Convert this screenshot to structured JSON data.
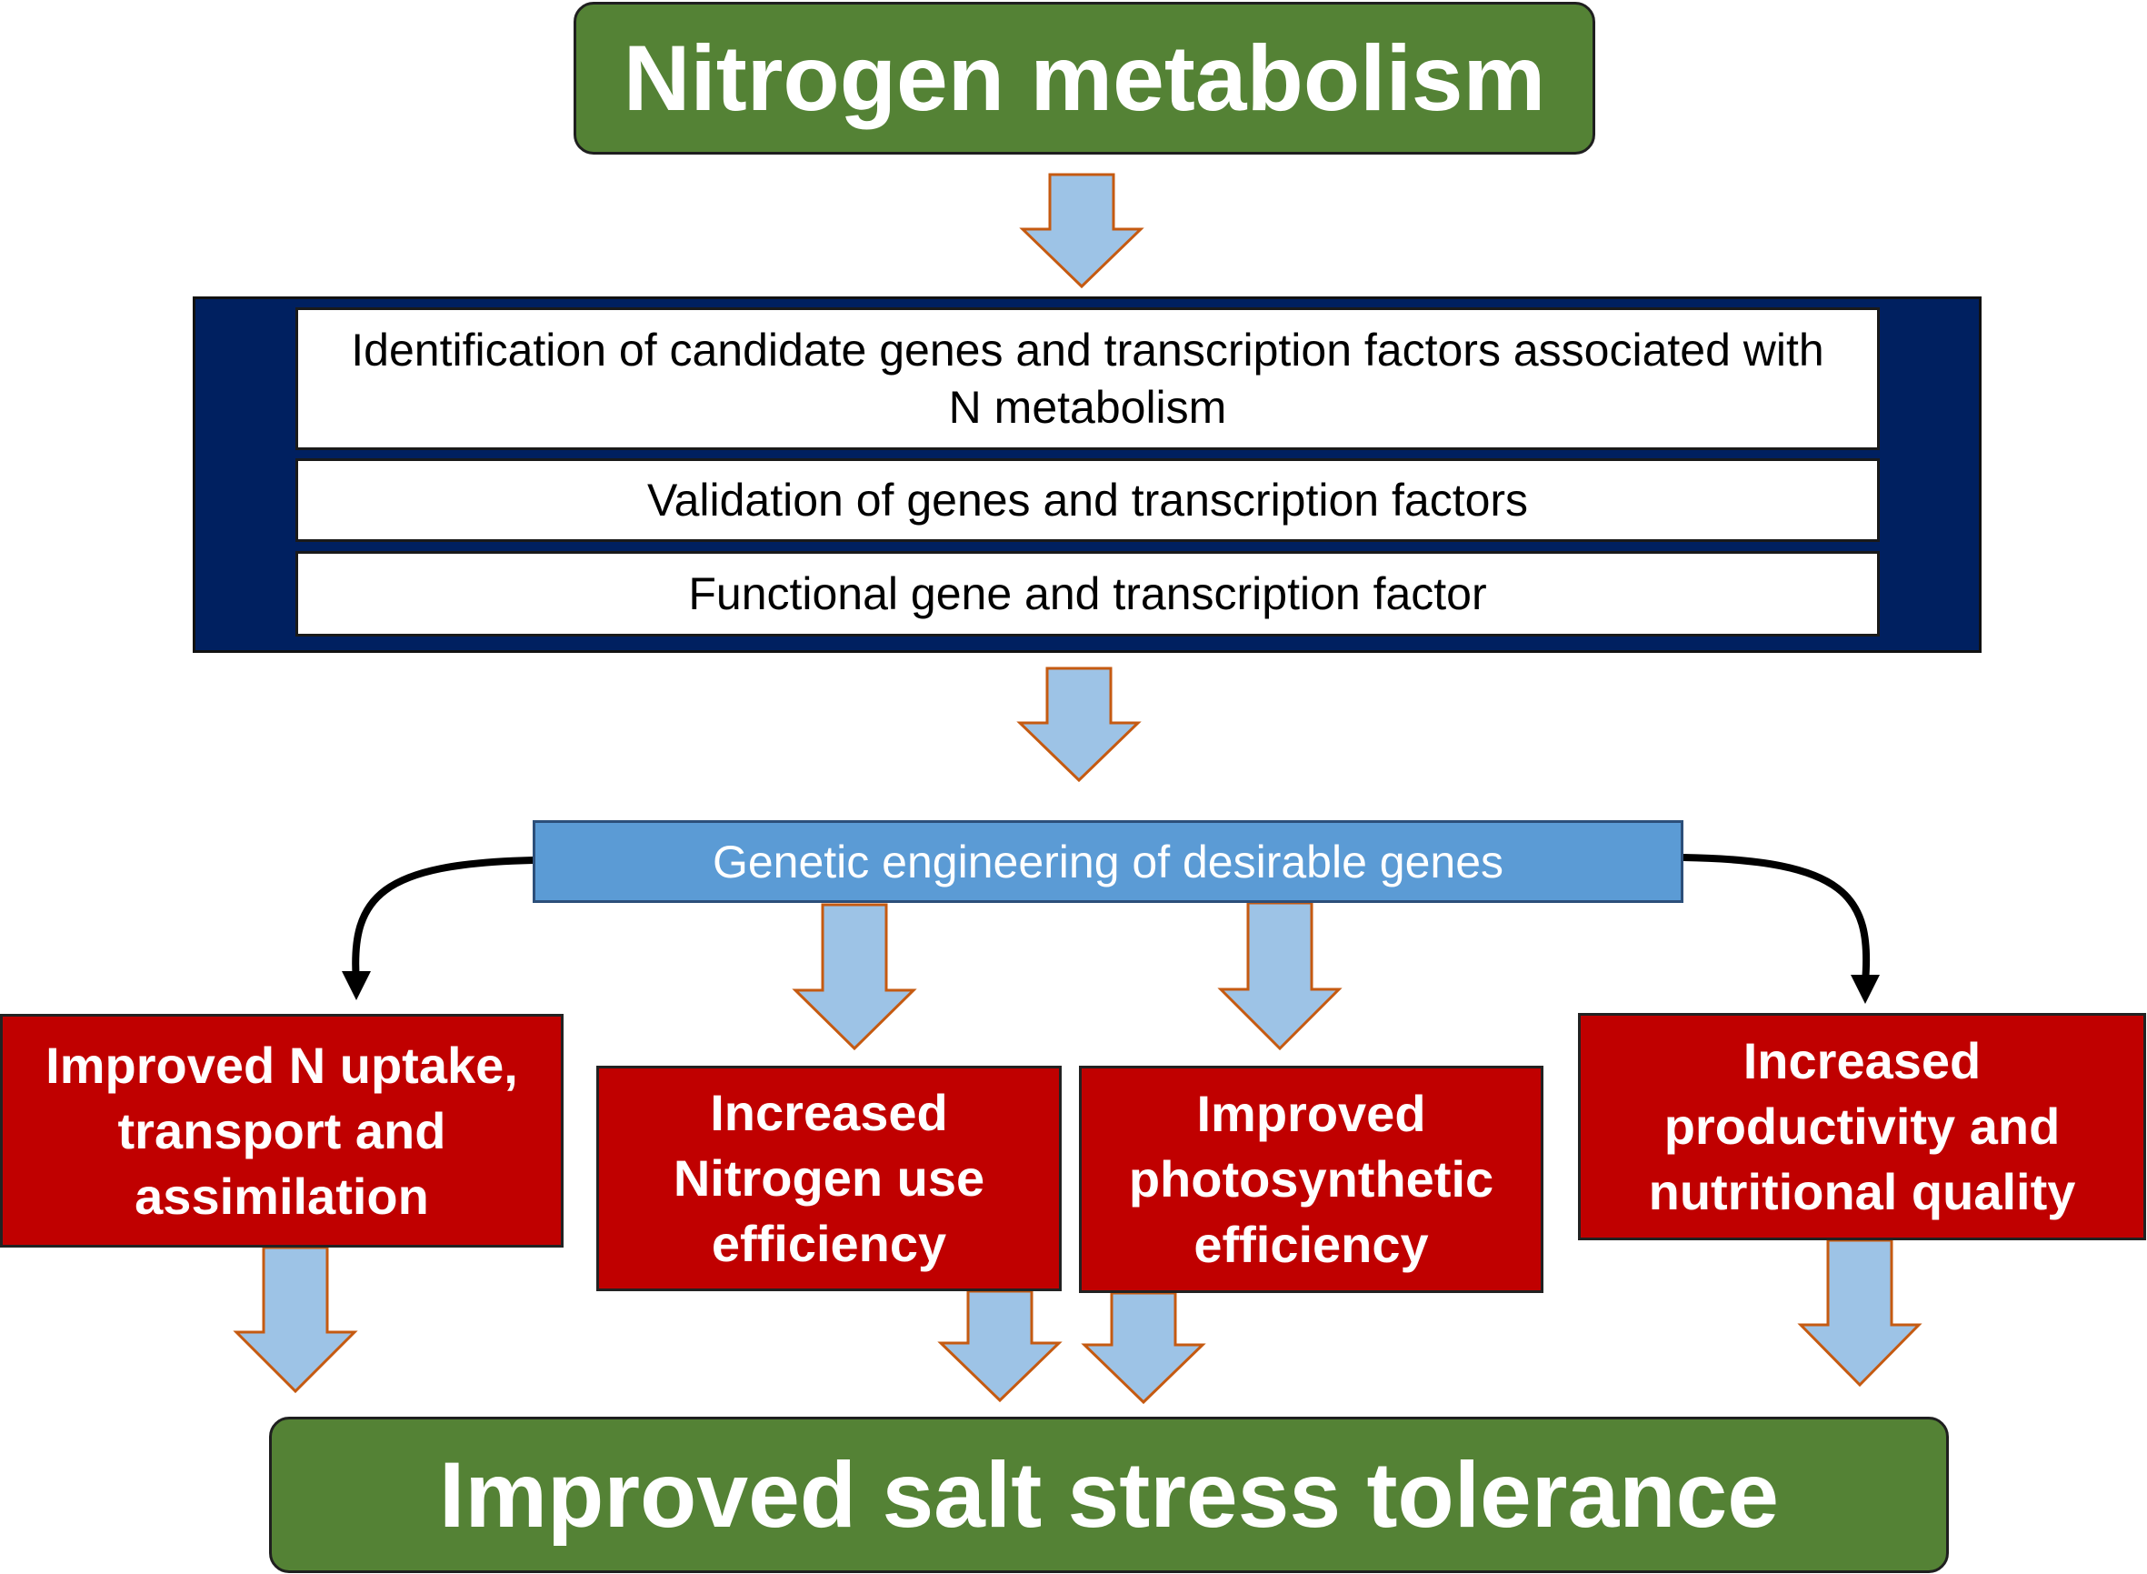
{
  "diagram": {
    "top": {
      "title": "Nitrogen metabolism"
    },
    "steps": [
      {
        "label": "Identification of candidate genes and transcription factors associated with N metabolism"
      },
      {
        "label": "Validation of genes and transcription factors"
      },
      {
        "label": "Functional gene and transcription factor"
      }
    ],
    "engineering": {
      "label": "Genetic engineering of desirable genes"
    },
    "outcomes": [
      {
        "label": "Improved N uptake, transport and assimilation"
      },
      {
        "label": "Increased Nitrogen use efficiency"
      },
      {
        "label": "Improved photosynthetic efficiency"
      },
      {
        "label": "Increased productivity and nutritional quality"
      }
    ],
    "bottom": {
      "title": "Improved salt stress tolerance"
    },
    "colors": {
      "green_box": "#548235",
      "navy_frame": "#002060",
      "blue_bar": "#5b9bd5",
      "red_box": "#c00000",
      "arrow_fill": "#9dc3e6",
      "arrow_outline": "#c55a11",
      "curved_connector": "#000000"
    }
  }
}
